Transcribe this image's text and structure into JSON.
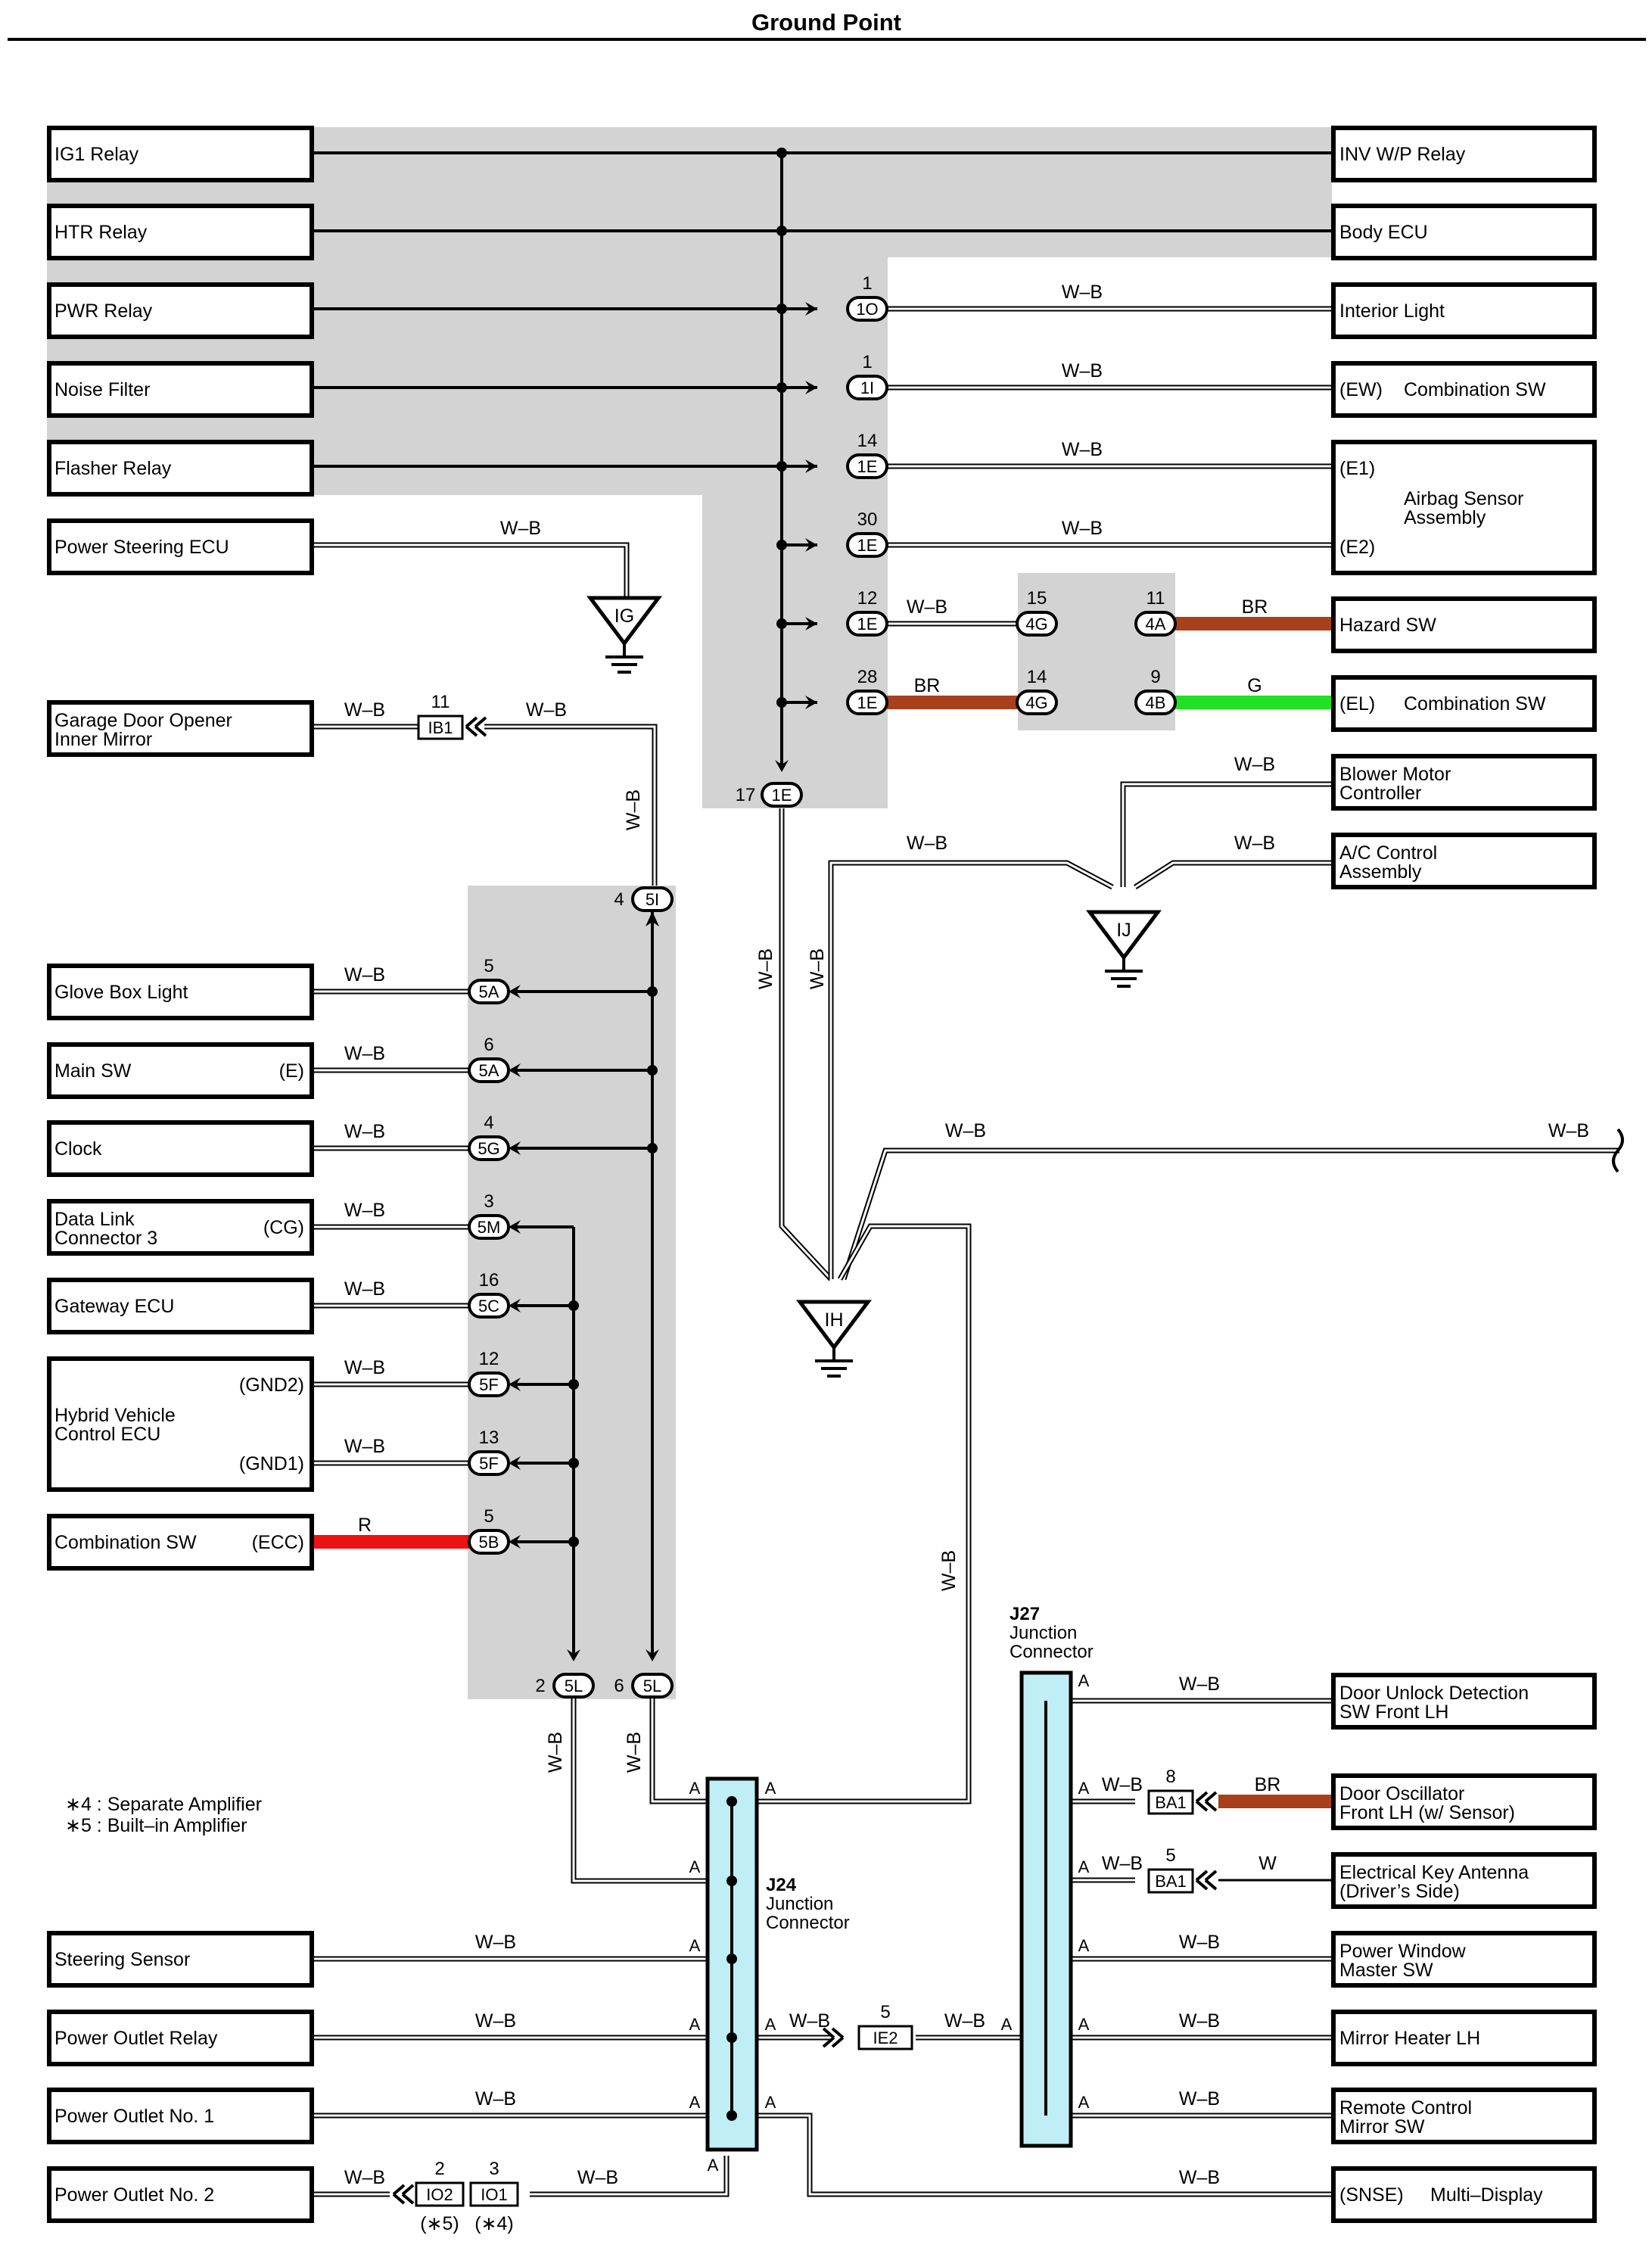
{
  "title": "Ground Point",
  "colors": {
    "BR": "#a8401c",
    "G": "#22e022",
    "R": "#ee1111",
    "shade": "#d3d3d3",
    "junction": "#bfeef4"
  },
  "left_components": {
    "ig1_relay": "IG1 Relay",
    "htr_relay": "HTR Relay",
    "pwr_relay": "PWR Relay",
    "noise_filter": "Noise Filter",
    "flasher_relay": "Flasher Relay",
    "power_steering_ecu": "Power Steering ECU",
    "garage_door_1": "Garage Door Opener",
    "garage_door_2": "Inner Mirror",
    "glove_box_light": "Glove Box Light",
    "main_sw": "Main SW",
    "main_sw_pin": "(E)",
    "clock": "Clock",
    "dlc_1": "Data Link",
    "dlc_2": "Connector 3",
    "dlc_pin": "(CG)",
    "gateway_ecu": "Gateway ECU",
    "hv_ecu_1": "Hybrid Vehicle",
    "hv_ecu_2": "Control ECU",
    "hv_pin_gnd2": "(GND2)",
    "hv_pin_gnd1": "(GND1)",
    "combination_sw": "Combination SW",
    "combination_sw_pin": "(ECC)",
    "steering_sensor": "Steering Sensor",
    "power_outlet_relay": "Power Outlet Relay",
    "power_outlet_1": "Power Outlet No. 1",
    "power_outlet_2": "Power Outlet No. 2"
  },
  "right_components": {
    "inv_wp_relay": "INV W/P Relay",
    "body_ecu": "Body ECU",
    "interior_light": "Interior Light",
    "comb_sw_ew_pin": "(EW)",
    "comb_sw_ew": "Combination SW",
    "airbag_pin_e1": "(E1)",
    "airbag_pin_e2": "(E2)",
    "airbag_1": "Airbag Sensor",
    "airbag_2": "Assembly",
    "hazard_sw": "Hazard SW",
    "comb_sw_el_pin": "(EL)",
    "comb_sw_el": "Combination SW",
    "blower_1": "Blower Motor",
    "blower_2": "Controller",
    "ac_1": "A/C Control",
    "ac_2": "Assembly",
    "door_unlock_1": "Door Unlock Detection",
    "door_unlock_2": "SW Front LH",
    "door_osc_1": "Door Oscillator",
    "door_osc_2": "Front LH (w/ Sensor)",
    "key_ant_1": "Electrical Key Antenna",
    "key_ant_2": "(Driver’s Side)",
    "pw_master_1": "Power Window",
    "pw_master_2": "Master SW",
    "mirror_heater": "Mirror Heater LH",
    "remote_mirror_1": "Remote Control",
    "remote_mirror_2": "Mirror SW",
    "multi_display_pin": "(SNSE)",
    "multi_display": "Multi–Display"
  },
  "wire_colors": {
    "wb": "W–B",
    "br": "BR",
    "g": "G",
    "r": "R",
    "w": "W"
  },
  "connectors": {
    "c_1o": "1O",
    "n_1o": "1",
    "c_1i": "1I",
    "n_1i": "1",
    "c_1e_14": "1E",
    "n_1e_14": "14",
    "c_1e_30": "1E",
    "n_1e_30": "30",
    "c_1e_12": "1E",
    "n_1e_12": "12",
    "c_1e_28": "1E",
    "n_1e_28": "28",
    "c_4g_15": "4G",
    "n_4g_15": "15",
    "c_4a": "4A",
    "n_4a": "11",
    "c_4g_14": "4G",
    "n_4g_14": "14",
    "c_4b": "4B",
    "n_4b": "9",
    "c_1e_17": "1E",
    "n_1e_17": "17",
    "c_ib1": "IB1",
    "n_ib1": "11",
    "c_5i": "5I",
    "n_5i": "4",
    "c_5a_5": "5A",
    "n_5a_5": "5",
    "c_5a_6": "5A",
    "n_5a_6": "6",
    "c_5g": "5G",
    "n_5g": "4",
    "c_5m": "5M",
    "n_5m": "3",
    "c_5c": "5C",
    "n_5c": "16",
    "c_5f_12": "5F",
    "n_5f_12": "12",
    "c_5f_13": "5F",
    "n_5f_13": "13",
    "c_5b": "5B",
    "n_5b": "5",
    "c_5l_2": "5L",
    "n_5l_2": "2",
    "c_5l_6": "5L",
    "n_5l_6": "6",
    "c_ba1_8": "BA1",
    "n_ba1_8": "8",
    "c_ba1_5": "BA1",
    "n_ba1_5": "5",
    "c_ie2": "IE2",
    "n_ie2": "5",
    "c_io2": "IO2",
    "n_io2": "2",
    "c_io1": "IO1",
    "n_io1": "3"
  },
  "grounds": {
    "ig": "IG",
    "ih": "IH",
    "ij": "IJ"
  },
  "junctions": {
    "j24_code": "J24",
    "j24_l1": "Junction",
    "j24_l2": "Connector",
    "j27_code": "J27",
    "j27_l1": "Junction",
    "j27_l2": "Connector",
    "pin_a": "A"
  },
  "notes": {
    "n4": "∗4 : Separate Amplifier",
    "n5": "∗5 : Built–in Amplifier",
    "io2_note": "(∗5)",
    "io1_note": "(∗4)"
  }
}
